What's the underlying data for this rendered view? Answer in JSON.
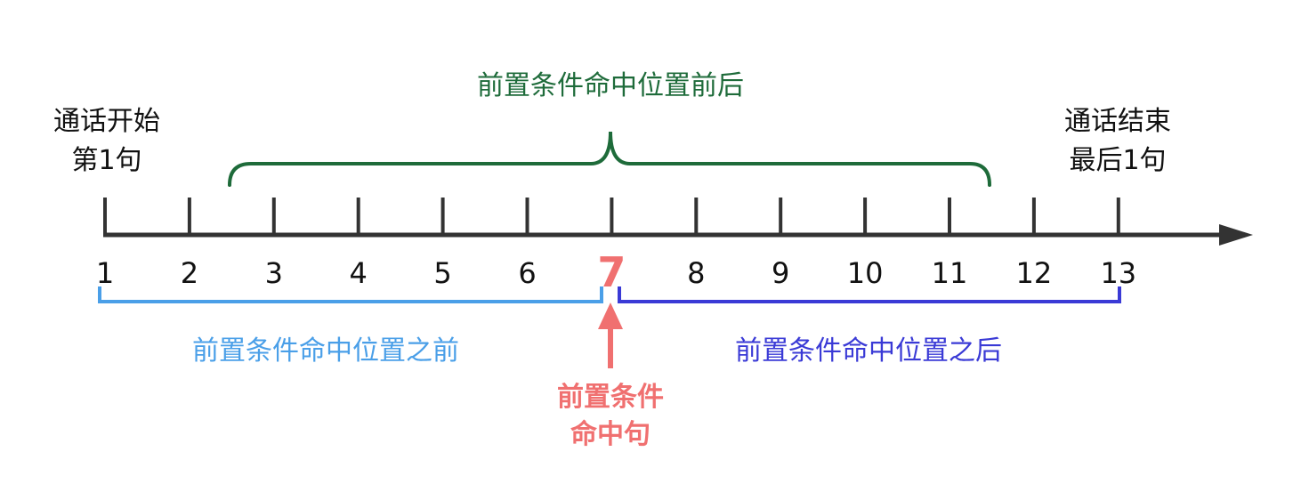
{
  "timeline": {
    "ticks": [
      "1",
      "2",
      "3",
      "4",
      "5",
      "6",
      "7",
      "8",
      "9",
      "10",
      "11",
      "12",
      "13"
    ],
    "highlight_index": 6,
    "start_label": {
      "line1": "通话开始",
      "line2": "第1句"
    },
    "end_label": {
      "line1": "通话结束",
      "line2": "最后1句"
    }
  },
  "brackets": {
    "around": {
      "label": "前置条件命中位置前后",
      "color": "#1e6b3a"
    },
    "before": {
      "label": "前置条件命中位置之前",
      "color": "#4a9fe8"
    },
    "after": {
      "label": "前置条件命中位置之后",
      "color": "#3a3ad6"
    }
  },
  "hit_marker": {
    "line1": "前置条件",
    "line2": "命中句",
    "color": "#f07070"
  },
  "colors": {
    "axis": "#333333",
    "text": "#111111"
  }
}
